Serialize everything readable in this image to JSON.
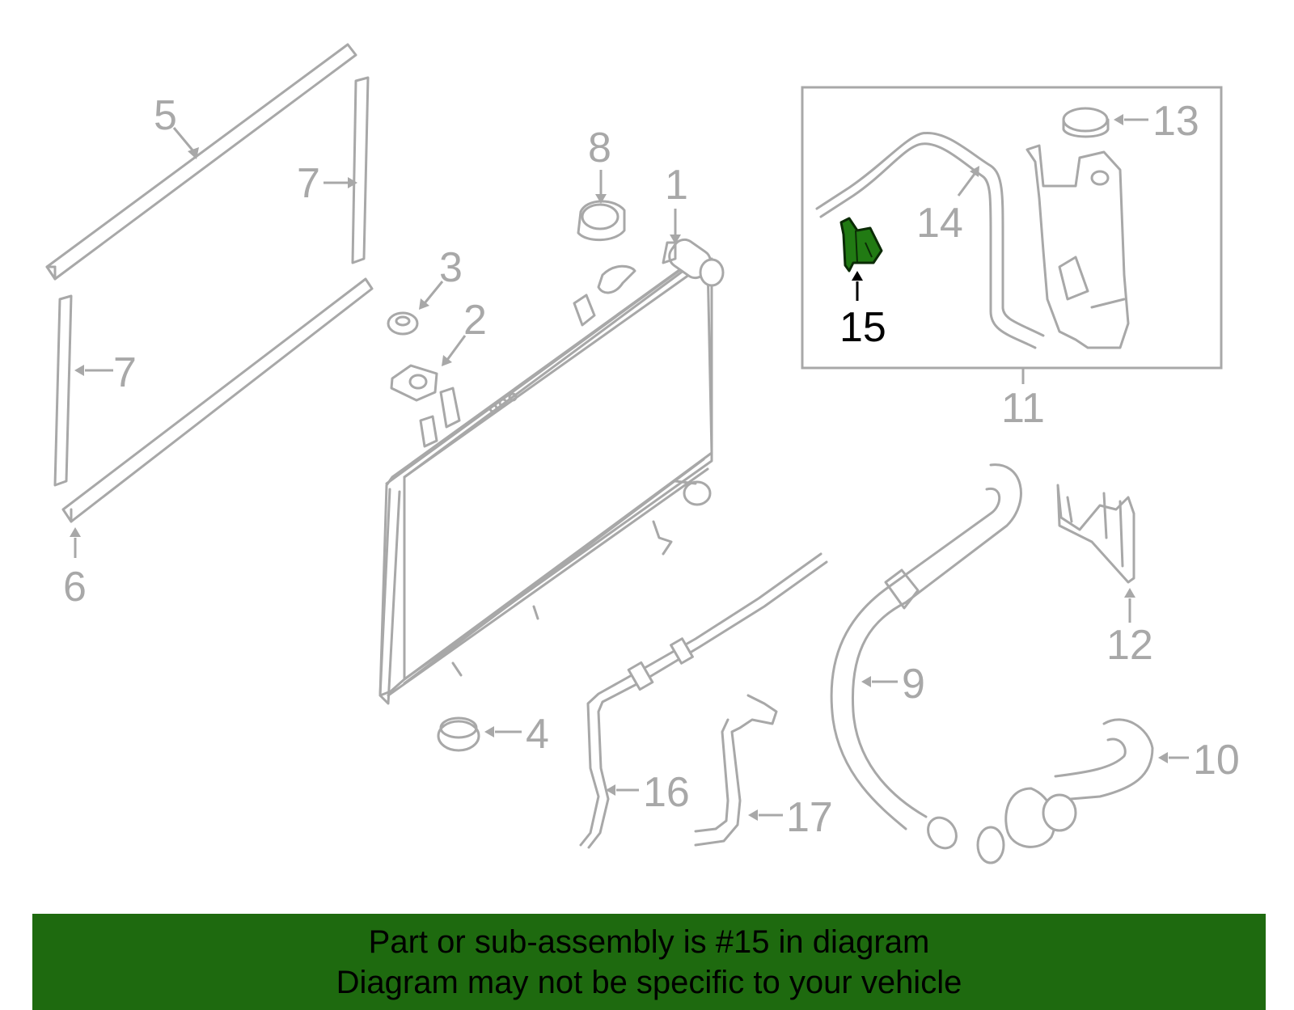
{
  "highlight_color": "#1e6a0f",
  "highlight_part_color": "#217a13",
  "callouts": [
    {
      "id": "1",
      "label": "1"
    },
    {
      "id": "2",
      "label": "2"
    },
    {
      "id": "3",
      "label": "3"
    },
    {
      "id": "4",
      "label": "4"
    },
    {
      "id": "5",
      "label": "5"
    },
    {
      "id": "6",
      "label": "6"
    },
    {
      "id": "7a",
      "label": "7"
    },
    {
      "id": "7b",
      "label": "7"
    },
    {
      "id": "8",
      "label": "8"
    },
    {
      "id": "9",
      "label": "9"
    },
    {
      "id": "10",
      "label": "10"
    },
    {
      "id": "11",
      "label": "11"
    },
    {
      "id": "12",
      "label": "12"
    },
    {
      "id": "13",
      "label": "13"
    },
    {
      "id": "14",
      "label": "14"
    },
    {
      "id": "15",
      "label": "15",
      "highlighted": true
    },
    {
      "id": "16",
      "label": "16"
    },
    {
      "id": "17",
      "label": "17"
    }
  ],
  "banner": {
    "line1": "Part or sub-assembly is #15 in diagram",
    "line2": "Diagram may not be specific to your vehicle"
  }
}
